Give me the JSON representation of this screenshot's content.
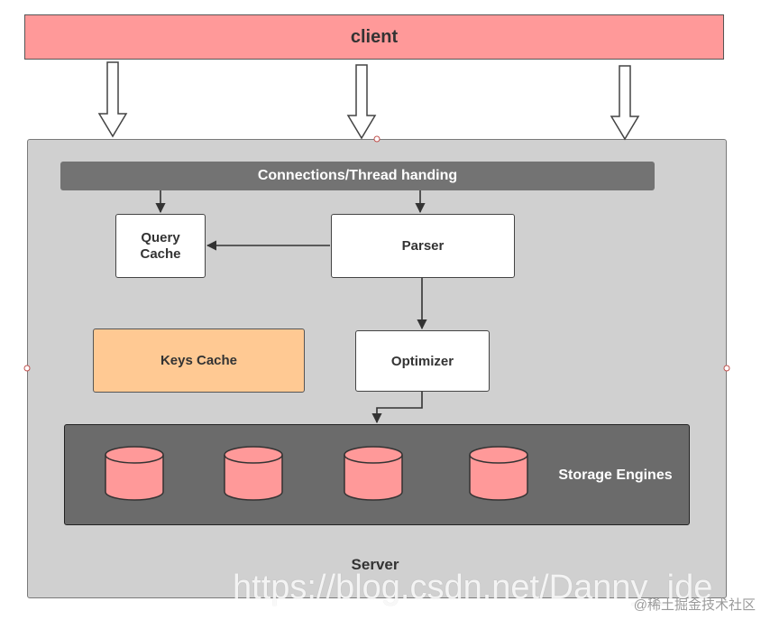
{
  "client": {
    "label": "client"
  },
  "server": {
    "label": "Server",
    "connections": "Connections/Thread handing",
    "query_cache": "Query\nCache",
    "parser": "Parser",
    "optimizer": "Optimizer",
    "keys_cache": "Keys Cache",
    "storage_engines": "Storage Engines"
  },
  "watermark": {
    "url": "https://blog.csdn.net/Danny_ide",
    "site": "@稀土掘金技术社区"
  },
  "colors": {
    "client_fill": "#ff9999",
    "keys_cache_fill": "#ffc993",
    "server_fill": "#d0d0d0",
    "storage_fill": "#6b6b6b",
    "db_fill": "#ff9999"
  }
}
